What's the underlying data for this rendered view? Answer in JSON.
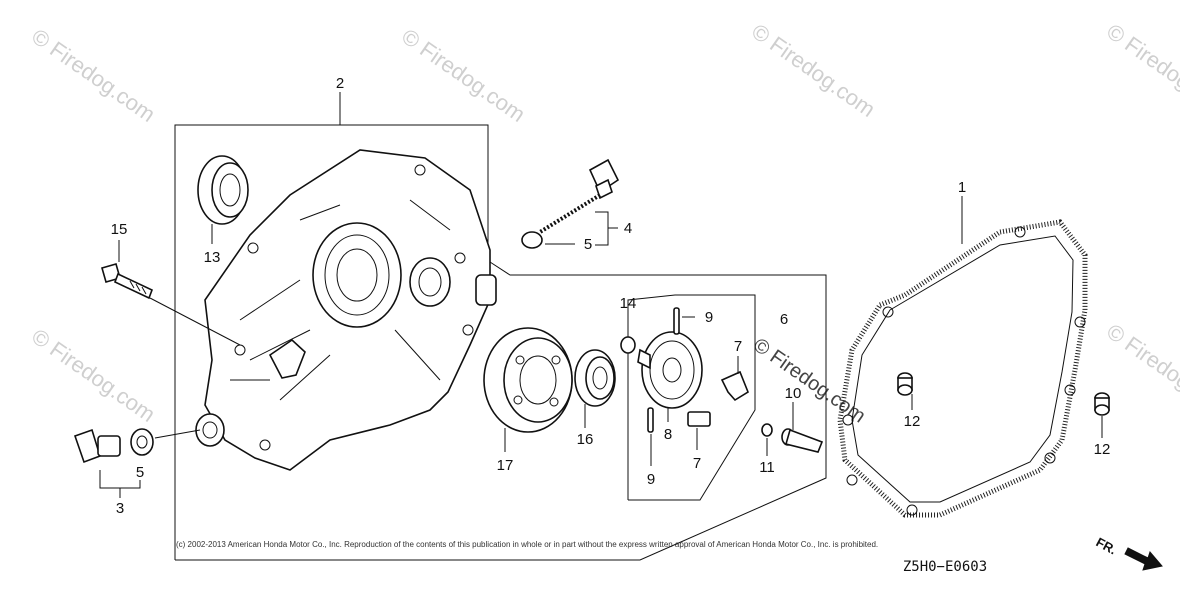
{
  "watermarks": [
    "© Firedog.com",
    "© Firedog.com",
    "© Firedog.com",
    "© Firedog.com",
    "© Firedog.com",
    "© Firedog.com",
    "© Firedog.com"
  ],
  "callouts": {
    "c1": "1",
    "c2": "2",
    "c3": "3",
    "c4": "4",
    "c5a": "5",
    "c5b": "5",
    "c6": "6",
    "c7a": "7",
    "c7b": "7",
    "c8": "8",
    "c9a": "9",
    "c9b": "9",
    "c10": "10",
    "c11": "11",
    "c12a": "12",
    "c12b": "12",
    "c13": "13",
    "c14": "14",
    "c15": "15",
    "c16": "16",
    "c17": "17"
  },
  "copyright": "(c) 2002-2013 American Honda Motor Co., Inc. Reproduction of the contents of this publication in whole or in part without the express written approval of American Honda Motor Co., Inc. is prohibited.",
  "diagram_code": "Z5H0−E0603",
  "direction_label": "FR."
}
